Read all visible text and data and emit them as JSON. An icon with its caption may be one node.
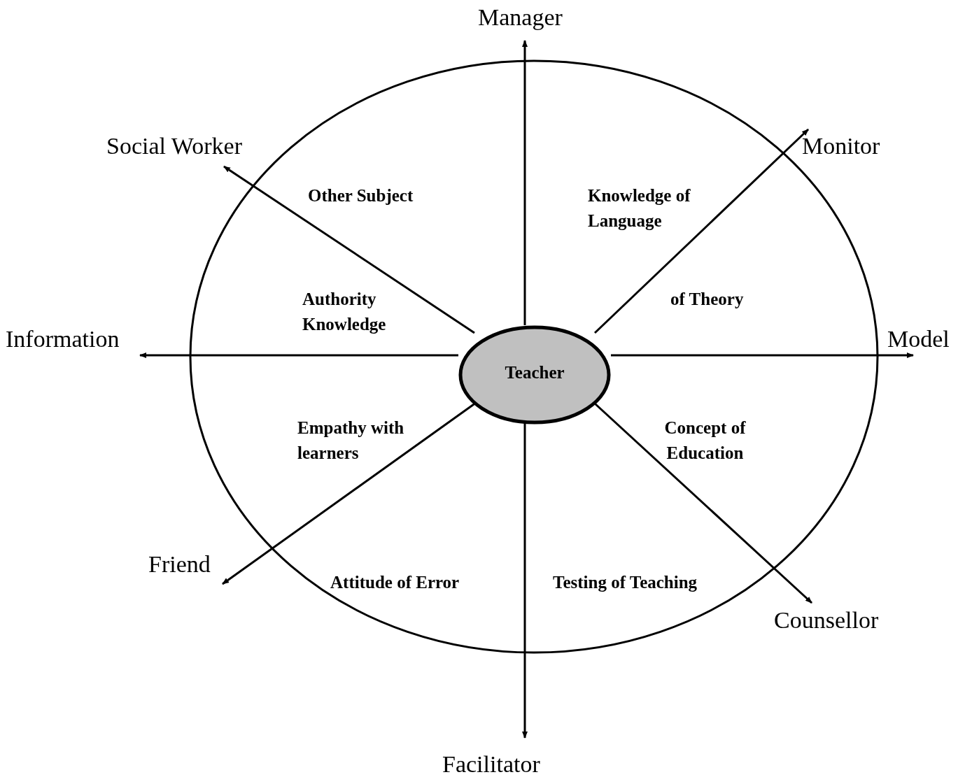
{
  "diagram": {
    "nodes": [
      {
        "text": [
          "Other Subject",
          "Knowledge of Language",
          "Authority Knowledge",
          "of Theory",
          "Empathy with learners",
          "Concept of Education",
          "Attitude of Error",
          "Testing of Teaching"
        ]
      },
      {
        "text": [
          "Teacher"
        ],
        "in": 0
      },
      {
        "text": [
          "Manager"
        ]
      },
      {
        "text": [
          "Social Worker"
        ]
      },
      {
        "text": [
          "Monitor"
        ]
      },
      {
        "text": [
          "Information"
        ]
      },
      {
        "text": [
          "Model"
        ]
      },
      {
        "text": [
          "Friend"
        ]
      },
      {
        "text": [
          "Counsellor"
        ]
      },
      {
        "text": [
          "Facilitator"
        ]
      }
    ],
    "edges": [
      {
        "from": 1,
        "to": 2,
        "arrow": "to"
      },
      {
        "from": 1,
        "to": 4,
        "arrow": "to"
      },
      {
        "from": 1,
        "to": 6,
        "arrow": "to"
      },
      {
        "from": 1,
        "to": 8,
        "arrow": "to"
      },
      {
        "from": 1,
        "to": 9,
        "arrow": "to"
      },
      {
        "from": 1,
        "to": 7,
        "arrow": "to"
      },
      {
        "from": 1,
        "to": 5,
        "arrow": "to"
      },
      {
        "from": 1,
        "to": 3,
        "arrow": "to"
      }
    ]
  }
}
